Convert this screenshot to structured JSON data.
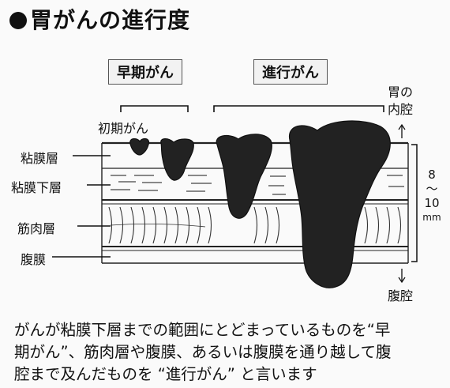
{
  "title": "胃がんの進行度",
  "stages": {
    "early": "早期がん",
    "advanced": "進行がん"
  },
  "labels": {
    "initial": "初期がん",
    "mucosa": "粘膜層",
    "submucosa": "粘膜下層",
    "muscle": "筋肉層",
    "serosa": "腹膜",
    "stomach_lumen": [
      "胃の",
      "内腔"
    ],
    "peritoneal_cavity": "腹腔",
    "thickness": [
      "8",
      "〜",
      "10",
      "mm"
    ]
  },
  "caption": [
    "がんが粘膜下層までの範囲にとどまっているものを“早",
    "期がん”、筋肉層や腹膜、あるいは腹膜を通り越して腹",
    "腔まで及んだものを “進行がん” と言います"
  ]
}
